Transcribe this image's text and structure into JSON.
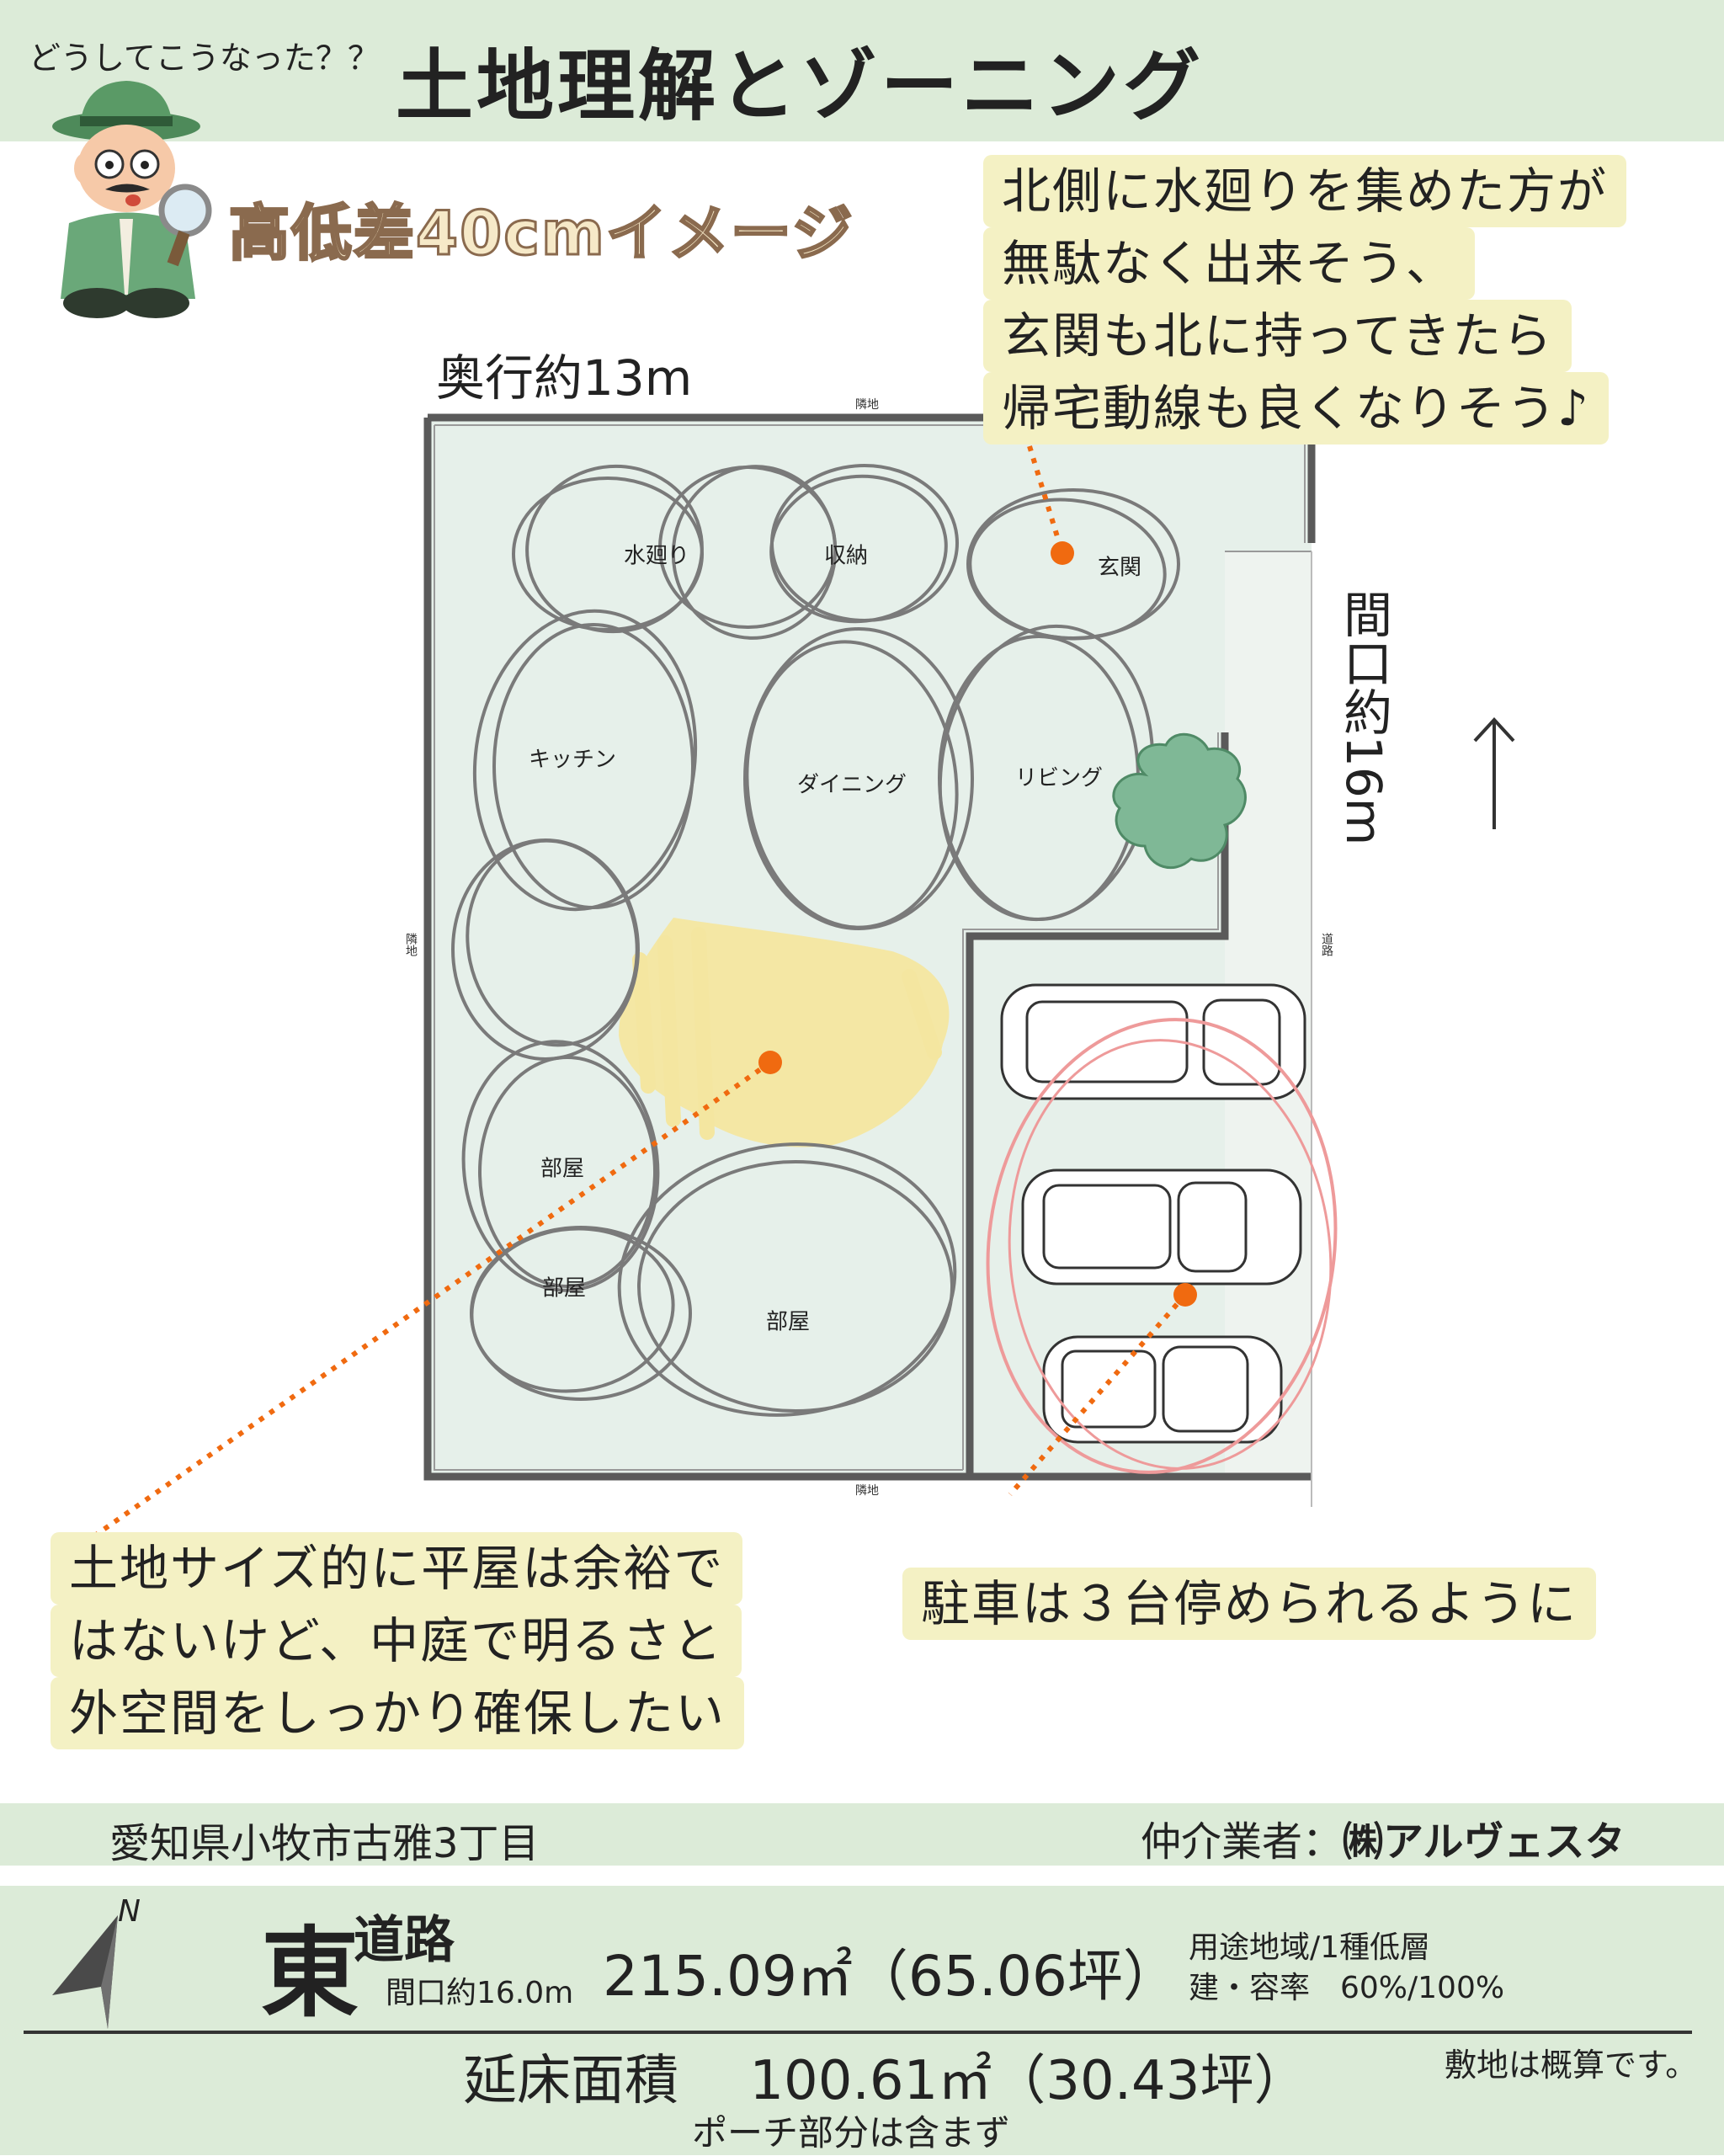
{
  "header": {
    "question": "どうしてこうなった？？",
    "title": "土地理解とゾーニング"
  },
  "subtitle": "高低差40cmイメージ",
  "dimensions": {
    "depth": "奥行約13m",
    "frontage": "間口約16m"
  },
  "boundary_labels": {
    "north": "隣地",
    "south": "隣地",
    "west": "隣地",
    "east": "道路"
  },
  "rooms": [
    {
      "key": "water",
      "label": "水廻り"
    },
    {
      "key": "storage",
      "label": "収納"
    },
    {
      "key": "entrance",
      "label": "玄関"
    },
    {
      "key": "kitchen",
      "label": "キッチン"
    },
    {
      "key": "dining",
      "label": "ダイニング"
    },
    {
      "key": "living",
      "label": "リビング"
    },
    {
      "key": "room1",
      "label": "部屋"
    },
    {
      "key": "room2",
      "label": "部屋"
    },
    {
      "key": "room3",
      "label": "部屋"
    }
  ],
  "notes": {
    "north": [
      "北側に水廻りを集めた方が",
      "無駄なく出来そう、",
      "玄関も北に持ってきたら",
      "帰宅動線も良くなりそう♪"
    ],
    "courtyard": [
      "土地サイズ的に平屋は余裕で",
      "はないけど、中庭で明るさと",
      "外空間をしっかり確保したい"
    ],
    "parking": [
      "駐車は３台停められるように"
    ]
  },
  "address_bar": {
    "address": "愛知県小牧市古雅3丁目",
    "broker_label": "仲介業者：",
    "broker_name": "㈱アルヴェスタ"
  },
  "info": {
    "road_direction": "東",
    "road_label": "道路",
    "frontage": "間口約16.0m",
    "area": "215.09㎡（65.06坪）",
    "zoning": "用途地域/1種低層",
    "ratio": "建・容率　60%/100%",
    "floor_area": "延床面積　 100.61㎡（30.43坪）",
    "porch_note": "ポーチ部分は含まず",
    "approx_note": "敷地は概算です。",
    "compass_label": "N"
  },
  "colors": {
    "band": "#dcebd8",
    "lot": "#e6f0ea",
    "wall": "#5a5a5a",
    "highlight": "#f4f1c4",
    "pointer": "#f06a10",
    "courtyard": "#f4e6a0",
    "tree": "#7fb896",
    "parking_circle": "#ee9a9a"
  }
}
